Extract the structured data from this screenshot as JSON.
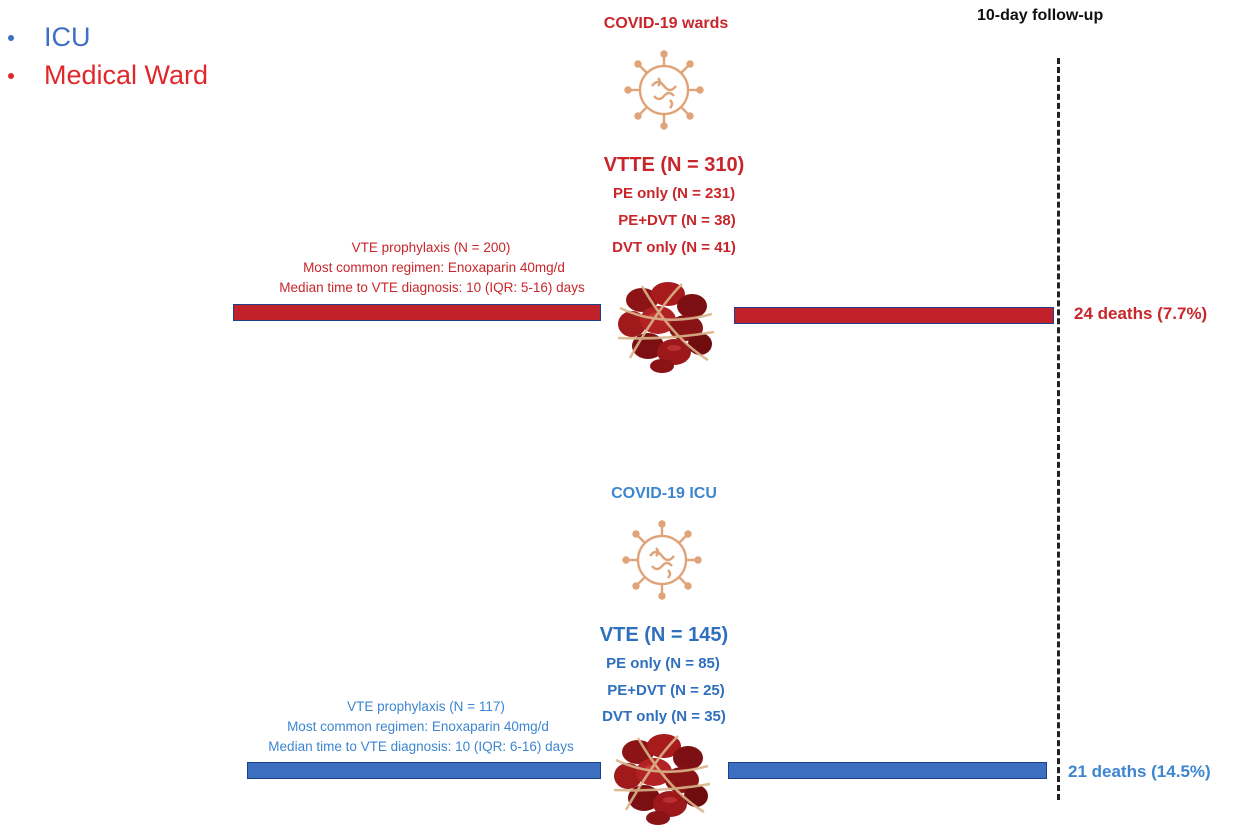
{
  "legend": [
    {
      "label": "ICU",
      "color": "#3d6fc4"
    },
    {
      "label": "Medical Ward",
      "color": "#e0272b"
    }
  ],
  "follow_up": "10-day follow-up",
  "ward": {
    "title": "COVID-19 wards",
    "vte_total": "VTTE (N = 310)",
    "pe_only": "PE only (N = 231)",
    "pe_dvt": "PE+DVT (N = 38)",
    "dvt_only": "DVT only (N = 41)",
    "prophylaxis": "VTE prophylaxis (N = 200)",
    "regimen": "Most common regimen:  Enoxaparin 40mg/d",
    "median_time": "Median time to VTE diagnosis: 10 (IQR: 5-16) days",
    "deaths": "24 deaths (7.7%)"
  },
  "icu": {
    "title": "COVID-19 ICU",
    "vte_total": "VTE (N = 145)",
    "pe_only": "PE only (N = 85)",
    "pe_dvt": "PE+DVT (N = 25)",
    "dvt_only": "DVT only (N = 35)",
    "prophylaxis": "VTE prophylaxis (N = 117)",
    "regimen": "Most common regimen:  Enoxaparin 40mg/d",
    "median_time": "Median time to VTE diagnosis: 10 (IQR: 6-16) days",
    "deaths": "21 deaths (14.5%)"
  },
  "icons": {
    "virus": "virus-icon",
    "clot": "blood-clot-icon"
  }
}
